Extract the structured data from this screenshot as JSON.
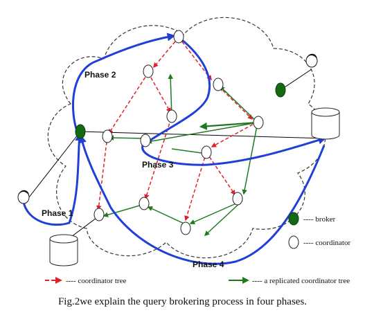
{
  "figure": {
    "phase_labels": [
      "Phase 1",
      "Phase 2",
      "Phase 3",
      "Phase 4"
    ],
    "legend": {
      "broker": "---- broker",
      "coordinator": "---- coordinator",
      "coordinator_tree": "---- coordinator tree",
      "replicated_tree": "---- a replicated coordinator tree"
    },
    "colors": {
      "coordinator_tree": "#e0202a",
      "replicated_tree": "#1f7a1f",
      "query_path": "#1f3fd6",
      "broker": "#136a13",
      "cloud_border": "#333333"
    }
  },
  "caption": "Fig.2we explain the query brokering process in four phases."
}
